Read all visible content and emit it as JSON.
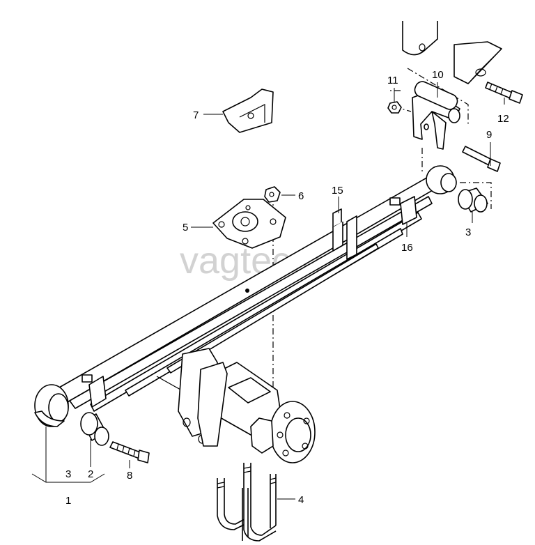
{
  "watermark": "vagtec.ru",
  "callouts": {
    "c1": "1",
    "c2": "2",
    "c3a": "3",
    "c3b": "3",
    "c4": "4",
    "c5": "5",
    "c6": "6",
    "c7": "7",
    "c8": "8",
    "c9": "9",
    "c10": "10",
    "c11": "11",
    "c12": "12",
    "c15": "15",
    "c16": "16"
  },
  "colors": {
    "line": "#000000",
    "watermark": "#c8c8c8",
    "background": "#ffffff"
  }
}
